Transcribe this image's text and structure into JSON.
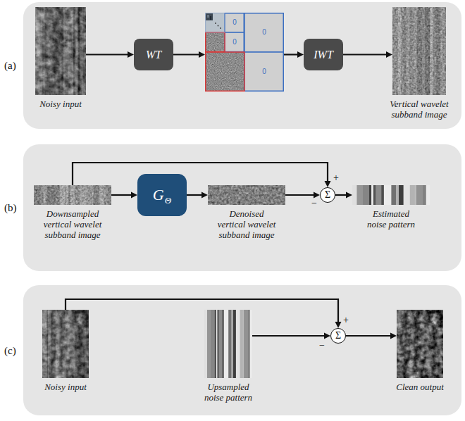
{
  "diagram": {
    "nodes": [
      {
        "text": [
          "(a)"
        ]
      },
      {
        "text": [
          "Noisy input"
        ],
        "in": 0
      },
      {
        "text": [
          "WT"
        ],
        "in": 0
      },
      {
        "text": [
          "0",
          "0",
          "0",
          "0"
        ],
        "in": 0
      },
      {
        "text": [
          "IWT"
        ],
        "in": 0
      },
      {
        "text": [
          "Vertical wavelet subband image"
        ],
        "in": 0
      },
      {
        "text": [
          "(b)"
        ]
      },
      {
        "text": [
          "Downsampled vertical wavelet subband image"
        ],
        "in": 6
      },
      {
        "text": [
          "G",
          "Θ"
        ],
        "in": 6
      },
      {
        "text": [
          "Denoised vertical wavelet subband image"
        ],
        "in": 6
      },
      {
        "text": [
          "Σ"
        ],
        "in": 6
      },
      {
        "text": [
          "Estimated noise pattern"
        ],
        "in": 6
      },
      {
        "text": [
          "(c)"
        ]
      },
      {
        "text": [
          "Noisy input"
        ],
        "in": 12
      },
      {
        "text": [
          "Upsampled noise pattern"
        ],
        "in": 12
      },
      {
        "text": [
          "Σ"
        ],
        "in": 12
      },
      {
        "text": [
          "Clean output"
        ],
        "in": 12
      }
    ],
    "edges": [
      {
        "from": 1,
        "to": 2,
        "arrow": "to"
      },
      {
        "from": 2,
        "to": 3,
        "arrow": "to"
      },
      {
        "from": 3,
        "to": 4,
        "arrow": "to"
      },
      {
        "from": 4,
        "to": 5,
        "arrow": "to"
      },
      {
        "from": 7,
        "to": 8,
        "arrow": "to"
      },
      {
        "from": 8,
        "to": 9,
        "arrow": "to"
      },
      {
        "from": 7,
        "to": 10,
        "arrow": "to"
      },
      {
        "from": 9,
        "to": 10,
        "arrow": "to"
      },
      {
        "from": 10,
        "to": 11,
        "arrow": "to"
      },
      {
        "from": 13,
        "to": 15,
        "arrow": "to"
      },
      {
        "from": 14,
        "to": 15,
        "arrow": "to"
      },
      {
        "from": 15,
        "to": 16,
        "arrow": "to"
      }
    ],
    "labels": [
      "+",
      "−",
      "+",
      "−"
    ]
  }
}
